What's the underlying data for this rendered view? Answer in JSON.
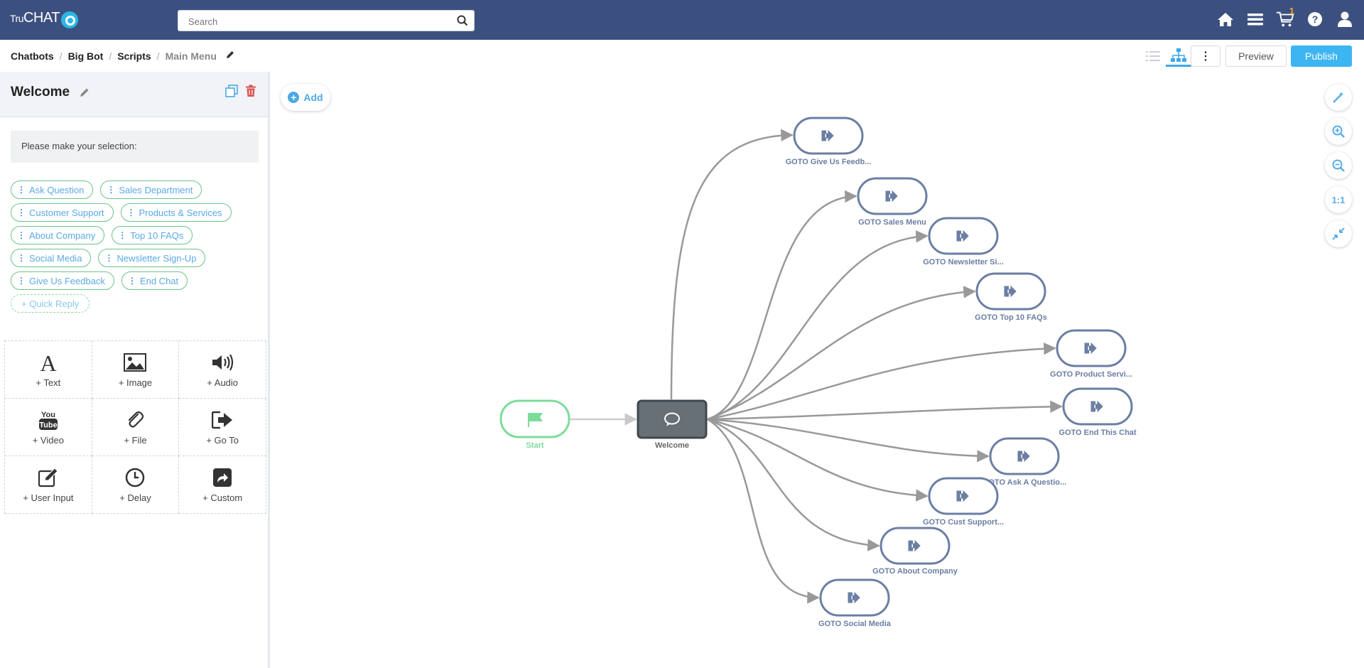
{
  "header": {
    "logo_prefix": "Tru",
    "logo_main": "CHAT",
    "search_placeholder": "Search",
    "cart_count": "1"
  },
  "breadcrumb": {
    "items": [
      "Chatbots",
      "Big Bot",
      "Scripts"
    ],
    "current": "Main Menu"
  },
  "toolbar": {
    "more_label": "⋮",
    "preview_label": "Preview",
    "publish_label": "Publish"
  },
  "panel": {
    "title": "Welcome",
    "message": "Please make your selection:",
    "quick_replies": [
      "Ask Question",
      "Sales Department",
      "Customer Support",
      "Products & Services",
      "About Company",
      "Top 10 FAQs",
      "Social Media",
      "Newsletter Sign-Up",
      "Give Us Feedback",
      "End Chat"
    ],
    "add_quick_reply": "+ Quick Reply",
    "tools": [
      {
        "label": "+ Text",
        "icon": "text-icon"
      },
      {
        "label": "+ Image",
        "icon": "image-icon"
      },
      {
        "label": "+ Audio",
        "icon": "audio-icon"
      },
      {
        "label": "+ Video",
        "icon": "youtube-icon"
      },
      {
        "label": "+ File",
        "icon": "paperclip-icon"
      },
      {
        "label": "+ Go To",
        "icon": "goto-icon"
      },
      {
        "label": "+ User Input",
        "icon": "edit-icon"
      },
      {
        "label": "+ Delay",
        "icon": "clock-icon"
      },
      {
        "label": "+ Custom",
        "icon": "share-icon"
      }
    ]
  },
  "canvas": {
    "add_label": "Add",
    "zoom_reset_label": "1:1",
    "start_label": "Start",
    "center_label": "Welcome",
    "goto_nodes": [
      "GOTO Give Us Feedb...",
      "GOTO Sales Menu",
      "GOTO Newsletter Si...",
      "GOTO Top 10 FAQs",
      "GOTO Product Servi...",
      "GOTO End This Chat",
      "GOTO Ask A Questio...",
      "GOTO Cust Support...",
      "GOTO About Company",
      "GOTO Social Media"
    ]
  },
  "colors": {
    "header_bg": "#3c5080",
    "accent": "#3db5f2",
    "quick_reply_border": "#6cc38a",
    "start_node": "#7cdc9a",
    "goto_node": "#6b7ea3",
    "welcome_node": "#667076"
  }
}
